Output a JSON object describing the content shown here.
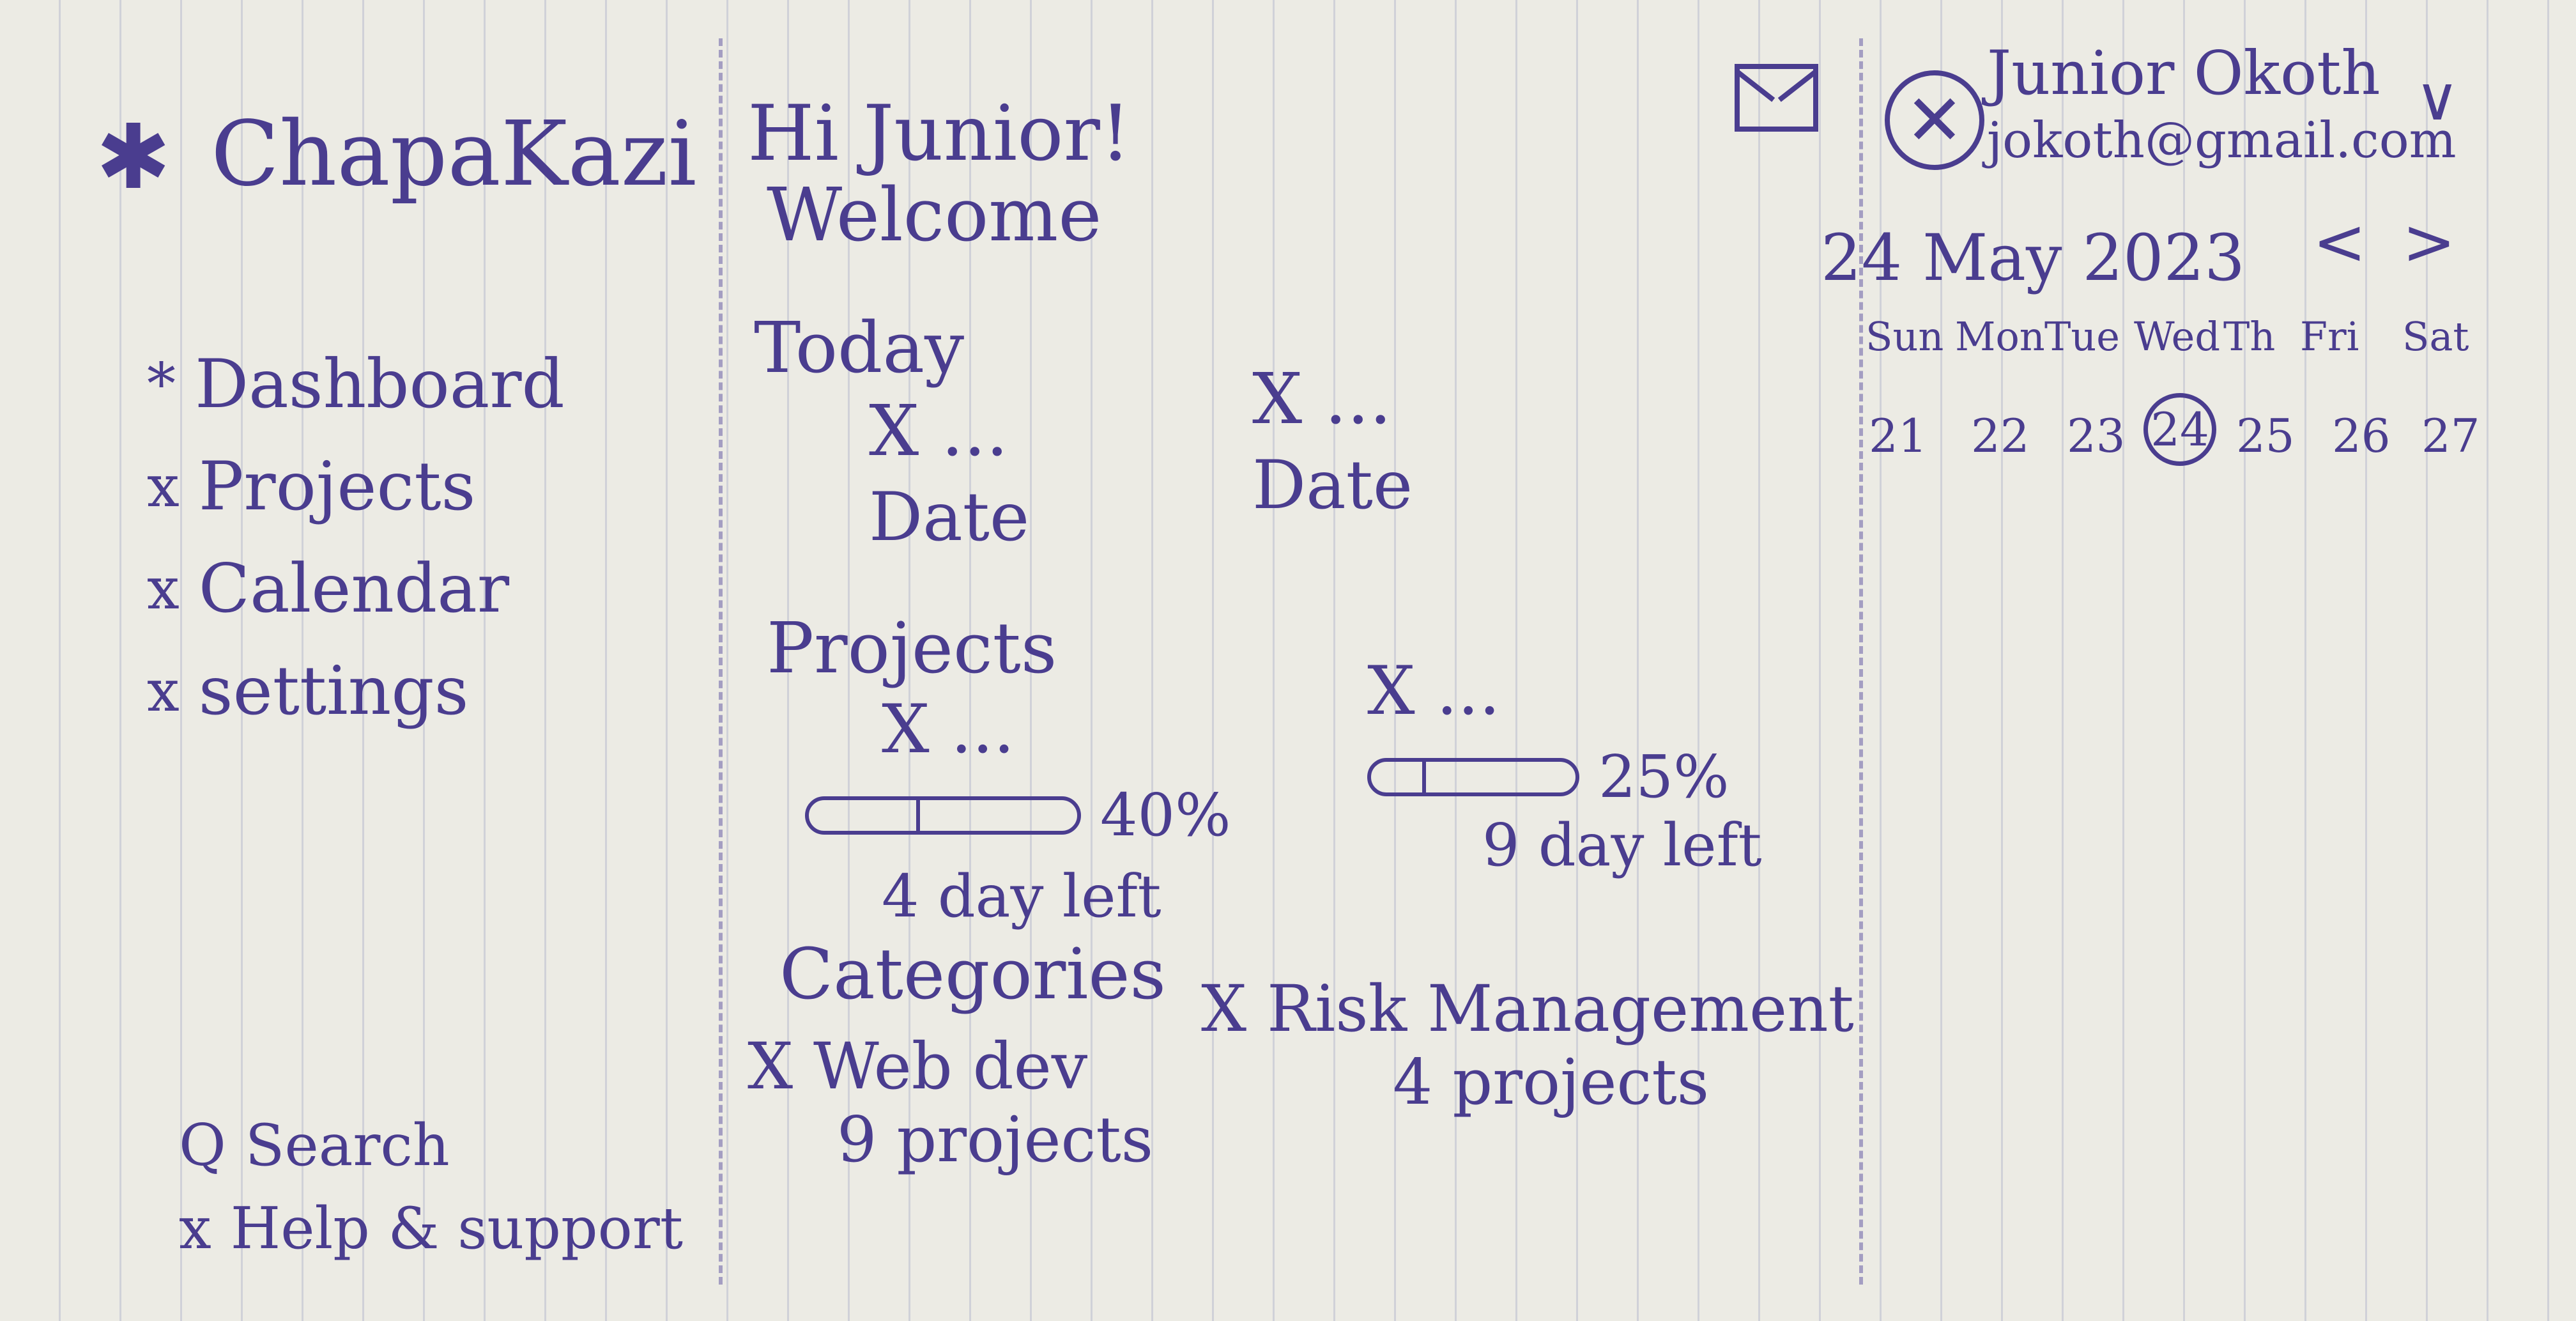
{
  "app": {
    "name": "ChapaKazi"
  },
  "sidebar": {
    "items": [
      {
        "label": "Dashboard",
        "marker": "*"
      },
      {
        "label": "Projects",
        "marker": "x"
      },
      {
        "label": "Calendar",
        "marker": "x"
      },
      {
        "label": "settings",
        "marker": "x"
      }
    ],
    "search_label": "Search",
    "search_marker": "Q",
    "help_label": "Help & support",
    "help_marker": "x"
  },
  "main": {
    "greeting": "Hi Junior!",
    "welcome": "Welcome",
    "today": {
      "title": "Today",
      "tasks": [
        {
          "name": "X ...",
          "date": "Date"
        },
        {
          "name": "X ...",
          "date": "Date"
        }
      ]
    },
    "projects": {
      "title": "Projects",
      "items": [
        {
          "name": "X ...",
          "progress_percent": 40,
          "progress_label": "40%",
          "days_left": "4 day left"
        },
        {
          "name": "X ...",
          "progress_percent": 25,
          "progress_label": "25%",
          "days_left": "9 day left"
        }
      ]
    },
    "categories": {
      "title": "Categories",
      "items": [
        {
          "name": "X Web dev",
          "count": "9 projects"
        },
        {
          "name": "X Risk Management",
          "count": "4 projects"
        }
      ]
    }
  },
  "user": {
    "name": "Junior Okoth",
    "email": "jokoth@gmail.com"
  },
  "calendar": {
    "month_label": "24 May 2023",
    "prev": "<",
    "next": ">",
    "weekdays": [
      "Sun",
      "Mon",
      "Tue",
      "Wed",
      "Th",
      "Fri",
      "Sat"
    ],
    "days": [
      "21",
      "22",
      "23",
      "24",
      "25",
      "26",
      "27"
    ],
    "selected_day": "24"
  }
}
